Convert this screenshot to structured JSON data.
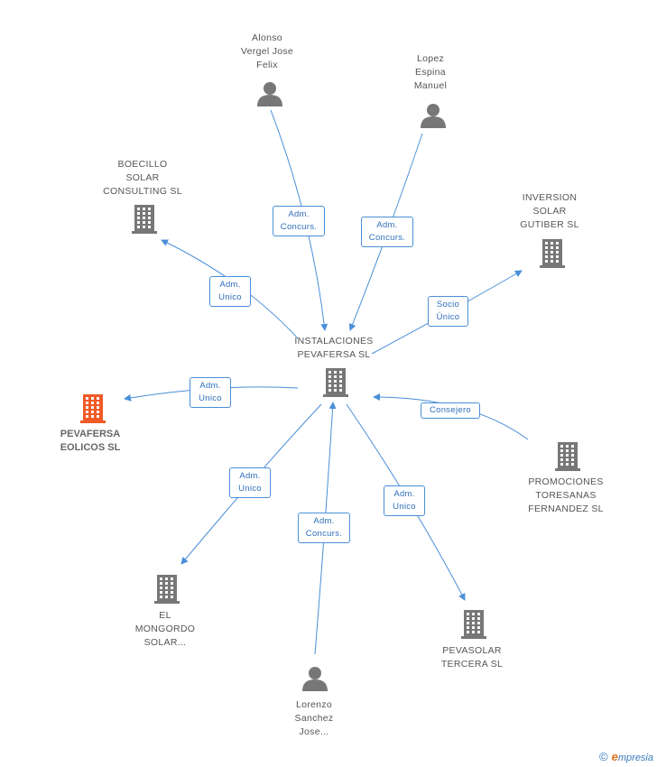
{
  "colors": {
    "edge": "#4a8fd8",
    "company_icon": "#777777",
    "person_icon": "#777777",
    "focus_icon": "#f05a28"
  },
  "nodes": {
    "center": {
      "type": "company",
      "label": "INSTALACIONES\nPEVAFERSA SL"
    },
    "pevafersa_eolicos": {
      "type": "company-focus",
      "label": "PEVAFERSA\nEOLICOS SL"
    },
    "alonso": {
      "type": "person",
      "label": "Alonso\nVergel Jose\nFelix"
    },
    "lopez": {
      "type": "person",
      "label": "Lopez\nEspina\nManuel"
    },
    "boecillo": {
      "type": "company",
      "label": "BOECILLO\nSOLAR\nCONSULTING SL"
    },
    "inversion": {
      "type": "company",
      "label": "INVERSION\nSOLAR\nGUTIBER SL"
    },
    "promociones": {
      "type": "company",
      "label": "PROMOCIONES\nTORESANAS\nFERNANDEZ  SL"
    },
    "mongordo": {
      "type": "company",
      "label": "EL\nMONGORDO\nSOLAR..."
    },
    "lorenzo": {
      "type": "person",
      "label": "Lorenzo\nSanchez\nJose..."
    },
    "pevasolar": {
      "type": "company",
      "label": "PEVASOLAR\nTERCERA SL"
    }
  },
  "edges": [
    {
      "label": "Adm.\nConcurs."
    },
    {
      "label": "Adm.\nConcurs."
    },
    {
      "label": "Adm.\nUnico"
    },
    {
      "label": "Socio\nÚnico"
    },
    {
      "label": "Adm.\nUnico"
    },
    {
      "label": "Consejero"
    },
    {
      "label": "Adm.\nUnico"
    },
    {
      "label": "Adm.\nConcurs."
    },
    {
      "label": "Adm.\nUnico"
    }
  ],
  "footer": {
    "copyright": "©",
    "brand_e": "e",
    "brand_rest": "mpresia"
  }
}
